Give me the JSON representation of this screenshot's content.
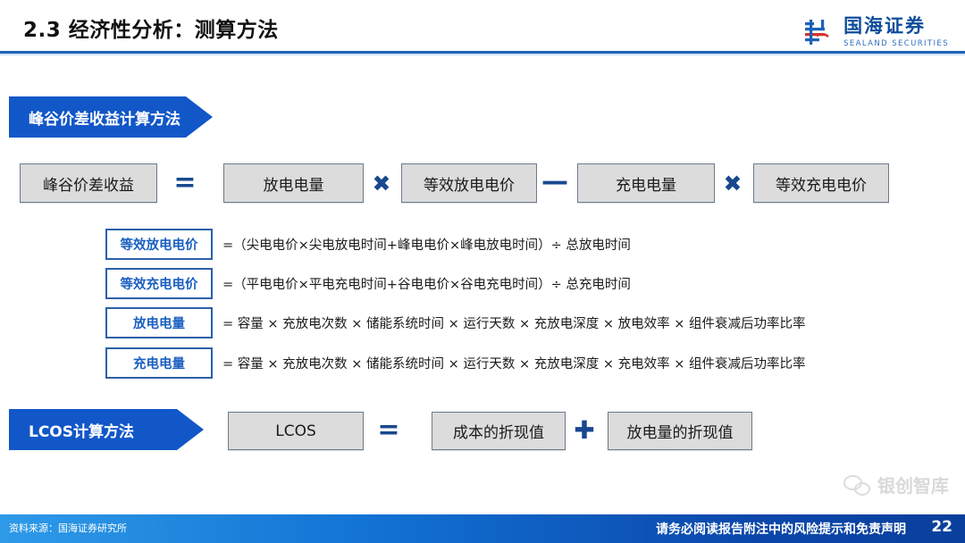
{
  "header": {
    "title": "2.3 经济性分析：测算方法",
    "logo": {
      "cn": "国海证券",
      "en": "SEALAND SECURITIES",
      "mark": "sealand-logo-mark"
    },
    "rule_color": "#1f62b8"
  },
  "sections": {
    "peak_valley": {
      "banner": "峰谷价差收益计算方法",
      "equation": {
        "terms": [
          {
            "label": "峰谷价差收益",
            "width": 152
          },
          {
            "label": "放电电量",
            "width": 155
          },
          {
            "label": "等效放电电价",
            "width": 150
          },
          {
            "label": "充电电量",
            "width": 152
          },
          {
            "label": "等效充电电价",
            "width": 150
          }
        ],
        "operators": [
          "=",
          "✖",
          "—",
          "✖"
        ]
      },
      "definitions": [
        {
          "label": "等效放电电价",
          "formula": "=（尖电电价×尖电放电时间+峰电电价×峰电放电时间）÷ 总放电时间"
        },
        {
          "label": "等效充电电价",
          "formula": "=（平电电价×平电充电时间+谷电电价×谷电充电时间）÷ 总充电时间"
        },
        {
          "label": "放电电量",
          "formula": "= 容量 × 充放电次数 × 储能系统时间 × 运行天数 × 充放电深度 × 放电效率 × 组件衰减后功率比率"
        },
        {
          "label": "充电电量",
          "formula": "= 容量 × 充放电次数 × 储能系统时间 × 运行天数 × 充放电深度 × 充电效率 × 组件衰减后功率比率"
        }
      ]
    },
    "lcos": {
      "banner": "LCOS计算方法",
      "equation": {
        "terms": [
          {
            "label": "LCOS",
            "width": 150
          },
          {
            "label": "成本的折现值",
            "width": 148
          },
          {
            "label": "放电量的折现值",
            "width": 160
          }
        ],
        "operators": [
          "=",
          "✚"
        ]
      }
    }
  },
  "watermark": {
    "text": "银创智库",
    "icon": "wechat-icon"
  },
  "footer": {
    "source": "资料来源：国海证券研究所",
    "note": "请务必阅读报告附注中的风险提示和免责声明",
    "page": "22"
  },
  "colors": {
    "accent_blue": "#1257c8",
    "rule_blue": "#1f62b8",
    "box_gray": "#dcdcdc",
    "label_blue": "#1b5fc1"
  }
}
